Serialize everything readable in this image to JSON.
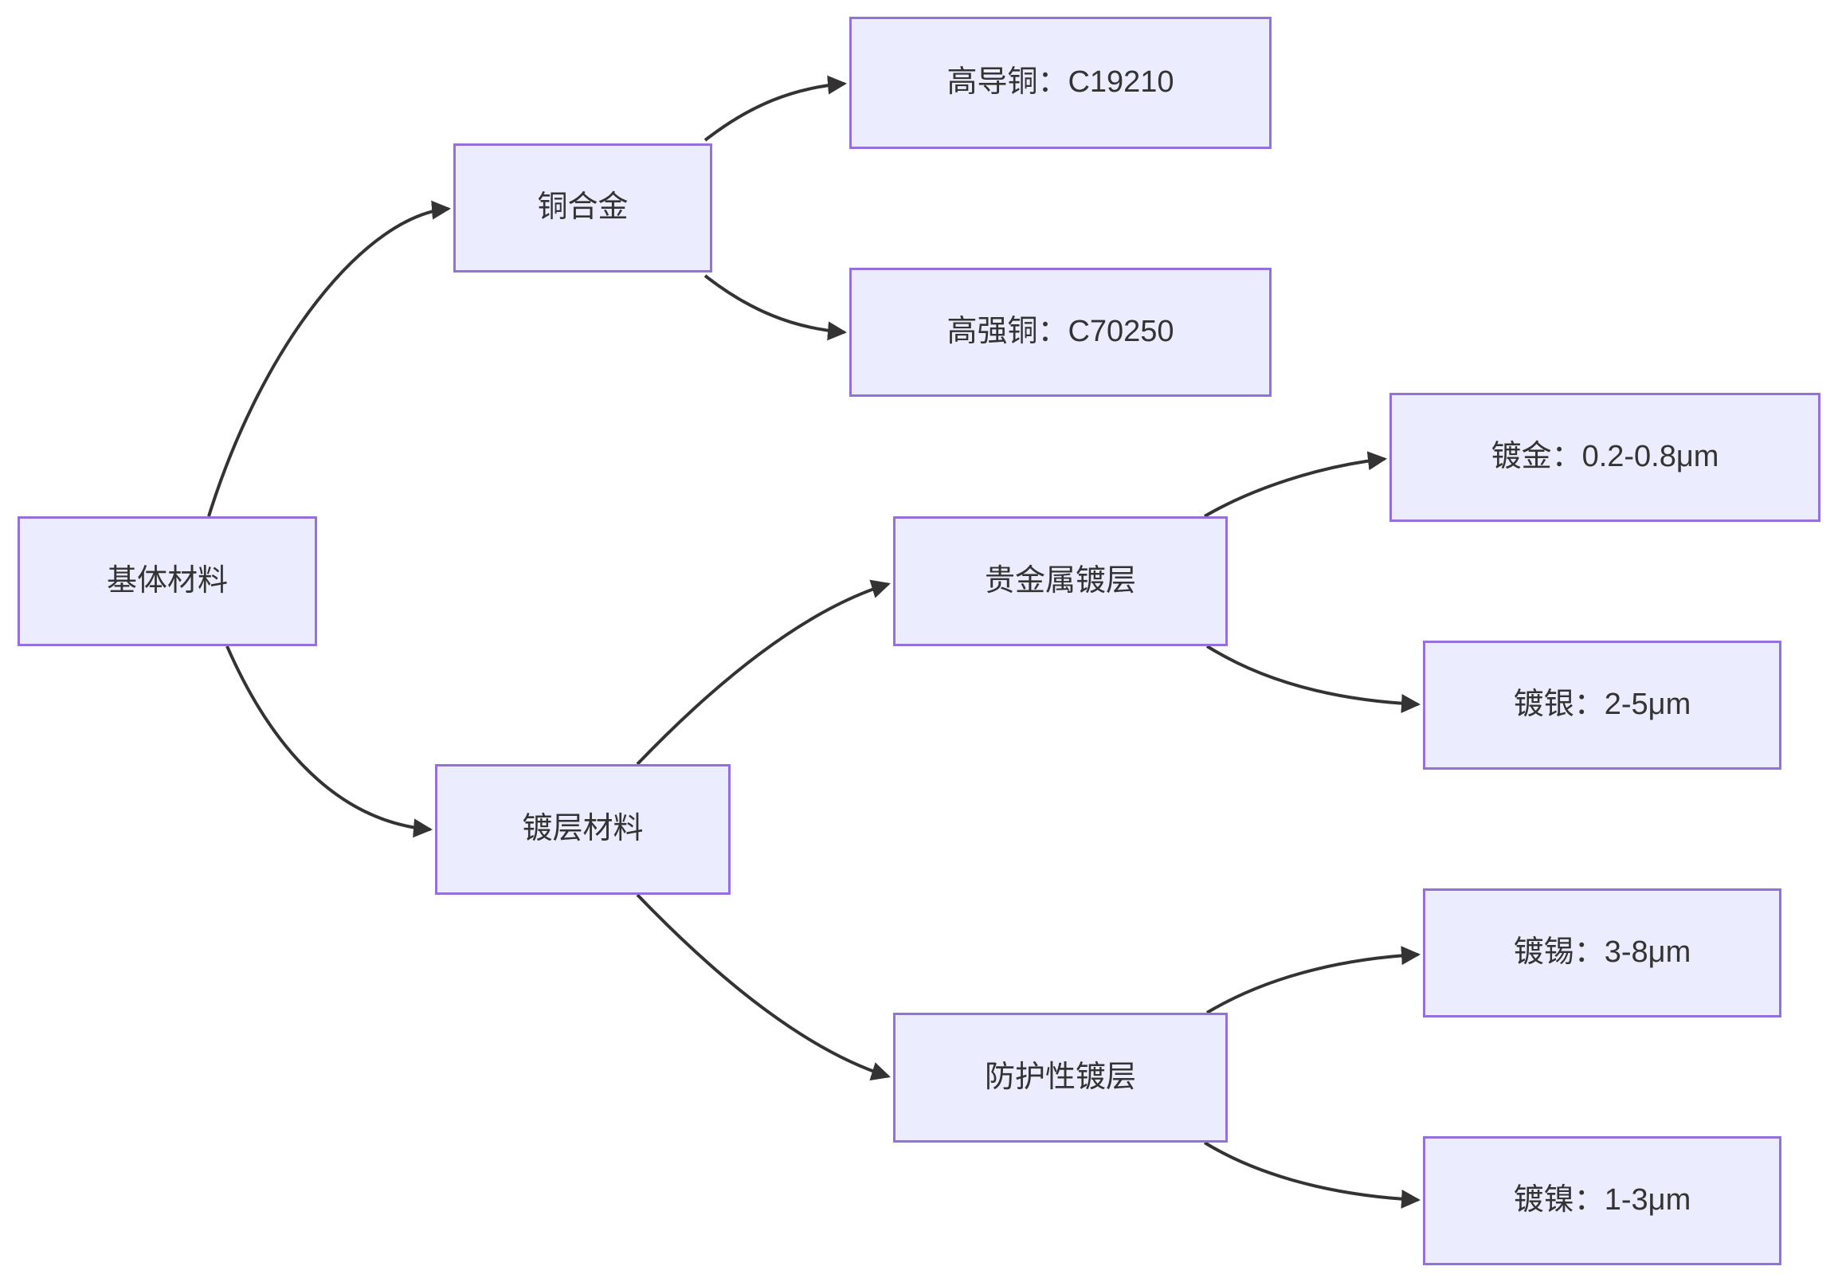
{
  "diagram": {
    "type": "flowchart-left-to-right",
    "background": "#FFFFFF",
    "colors": {
      "node_fill": "#ECECFF",
      "node_border": "#9370DB",
      "edge": "#333333",
      "text": "#333333"
    },
    "nodes": [
      {
        "id": "base-material",
        "label": "基体材料"
      },
      {
        "id": "copper-alloy",
        "label": "铜合金"
      },
      {
        "id": "high-conductivity-copper",
        "label": "高导铜：C19210"
      },
      {
        "id": "high-strength-copper",
        "label": "高强铜：C70250"
      },
      {
        "id": "plating-material",
        "label": "镀层材料"
      },
      {
        "id": "precious-metal-plating",
        "label": "贵金属镀层"
      },
      {
        "id": "gold-plating",
        "label": "镀金：0.2-0.8μm"
      },
      {
        "id": "silver-plating",
        "label": "镀银：2-5μm"
      },
      {
        "id": "protective-plating",
        "label": "防护性镀层"
      },
      {
        "id": "tin-plating",
        "label": "镀锡：3-8μm"
      },
      {
        "id": "nickel-plating",
        "label": "镀镍：1-3μm"
      }
    ],
    "edges": [
      {
        "from": "base-material",
        "to": "copper-alloy"
      },
      {
        "from": "base-material",
        "to": "plating-material"
      },
      {
        "from": "copper-alloy",
        "to": "high-conductivity-copper"
      },
      {
        "from": "copper-alloy",
        "to": "high-strength-copper"
      },
      {
        "from": "plating-material",
        "to": "precious-metal-plating"
      },
      {
        "from": "plating-material",
        "to": "protective-plating"
      },
      {
        "from": "precious-metal-plating",
        "to": "gold-plating"
      },
      {
        "from": "precious-metal-plating",
        "to": "silver-plating"
      },
      {
        "from": "protective-plating",
        "to": "tin-plating"
      },
      {
        "from": "protective-plating",
        "to": "nickel-plating"
      }
    ]
  }
}
